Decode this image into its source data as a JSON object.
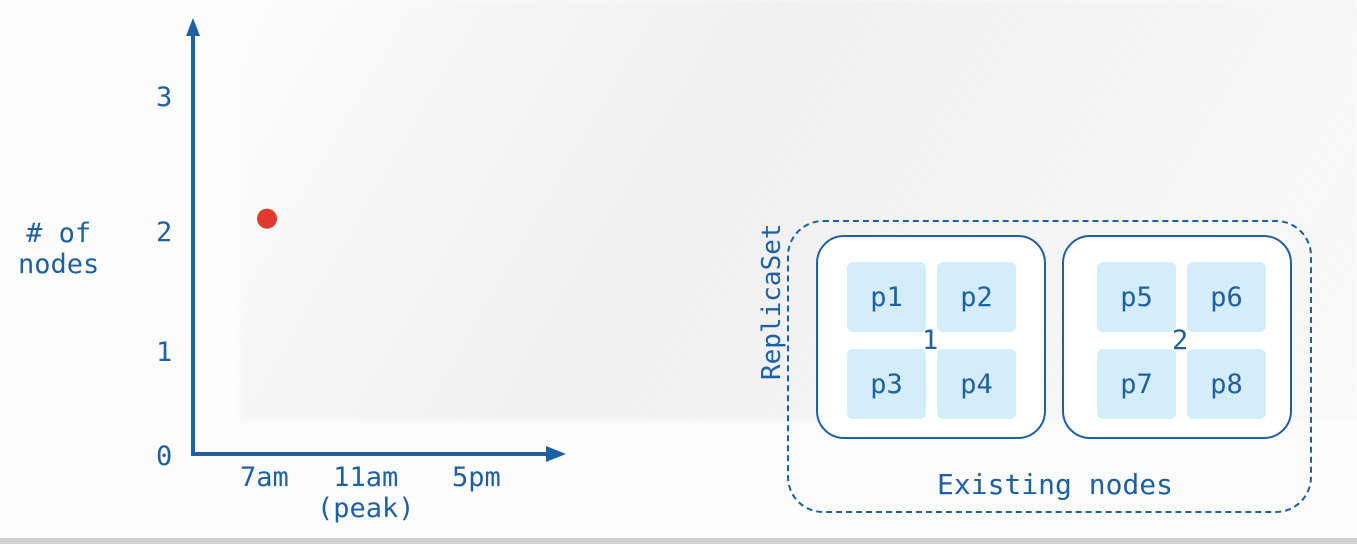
{
  "chart_data": {
    "type": "scatter",
    "ylabel": "# of\nnodes",
    "y_ticks": [
      "0",
      "1",
      "2",
      "3"
    ],
    "x_ticks": [
      "7am",
      "11am\n(peak)",
      "5pm"
    ],
    "ylim": [
      0,
      3.5
    ],
    "points": [
      {
        "x": "7am",
        "y": 2,
        "color": "#e03a2f"
      }
    ]
  },
  "diagram": {
    "replicaset_label": "ReplicaSet",
    "existing_label": "Existing nodes",
    "nodes": [
      {
        "number": "1",
        "pods": [
          "p1",
          "p2",
          "p3",
          "p4"
        ]
      },
      {
        "number": "2",
        "pods": [
          "p5",
          "p6",
          "p7",
          "p8"
        ]
      }
    ]
  },
  "colors": {
    "accent": "#1f5fa3",
    "pod_fill": "#d3edfb",
    "point": "#e03a2f"
  }
}
